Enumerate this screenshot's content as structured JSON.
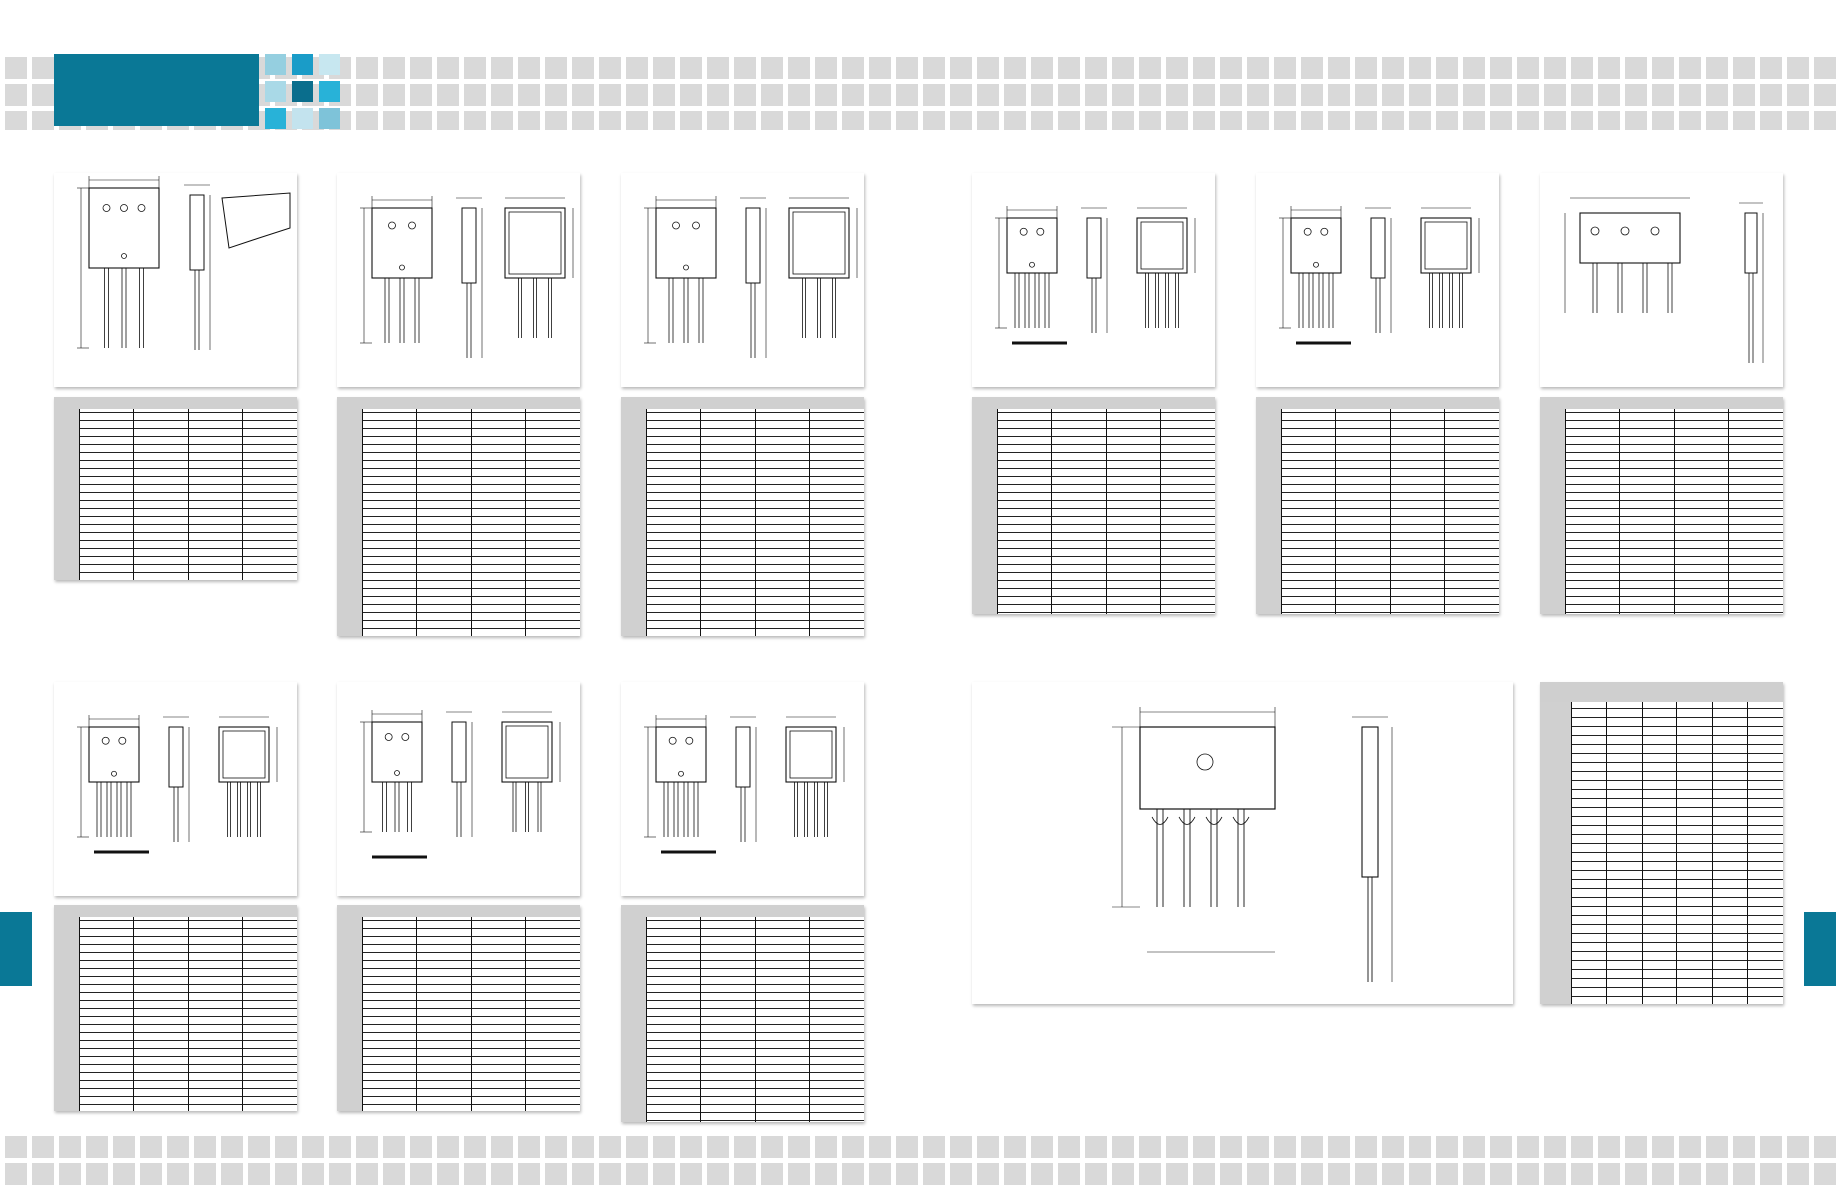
{
  "colors": {
    "accent": "#0a7896",
    "mini_squares": [
      "#95cfe0",
      "#1a9cc8",
      "#c7e7f0",
      "#a9d9e7",
      "#0a6e8d",
      "#28b2d8",
      "#28b2d8",
      "#c3e3ee",
      "#7ec3d9"
    ]
  },
  "icons": {
    "package_drawing": "package-outline-drawing",
    "spec_table": "dimension-table"
  },
  "cards": [
    {
      "pkg": "a"
    },
    {
      "pkg": "b"
    },
    {
      "pkg": "b"
    },
    {
      "pkg": "c"
    },
    {
      "pkg": "c"
    },
    {
      "pkg": "d"
    },
    {
      "pkg": "c"
    },
    {
      "pkg": "e"
    },
    {
      "pkg": "c"
    },
    {
      "pkg": "f"
    }
  ]
}
